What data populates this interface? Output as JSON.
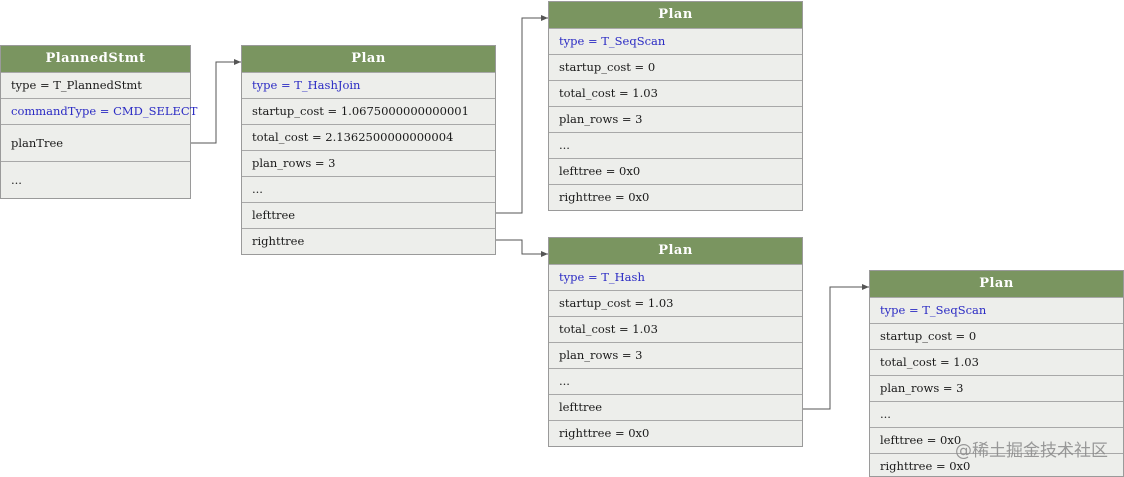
{
  "planned_stmt": {
    "title": "PlannedStmt",
    "fields": [
      "type = T_PlannedStmt",
      "commandType = CMD_SELECT",
      "planTree",
      "..."
    ]
  },
  "hashjoin_plan": {
    "title": "Plan",
    "fields": [
      "type = T_HashJoin",
      "startup_cost = 1.0675000000000001",
      "total_cost = 2.1362500000000004",
      "plan_rows = 3",
      "...",
      "lefttree",
      "righttree"
    ]
  },
  "seqscan_plan_left": {
    "title": "Plan",
    "fields": [
      "type = T_SeqScan",
      "startup_cost = 0",
      "total_cost = 1.03",
      "plan_rows = 3",
      "...",
      "lefttree = 0x0",
      "righttree = 0x0"
    ]
  },
  "hash_plan": {
    "title": "Plan",
    "fields": [
      "type = T_Hash",
      "startup_cost = 1.03",
      "total_cost = 1.03",
      "plan_rows = 3",
      "...",
      "lefttree",
      "righttree = 0x0"
    ]
  },
  "seqscan_plan_right": {
    "title": "Plan",
    "fields": [
      "type = T_SeqScan",
      "startup_cost = 0",
      "total_cost = 1.03",
      "plan_rows = 3",
      "...",
      "lefttree = 0x0",
      "righttree = 0x0"
    ]
  },
  "watermark": "@稀土掘金技术社区",
  "colors": {
    "header": "#7a9560",
    "body": "#edeeeb",
    "highlight_text": "#2b2bc4",
    "connector": "#555555"
  }
}
